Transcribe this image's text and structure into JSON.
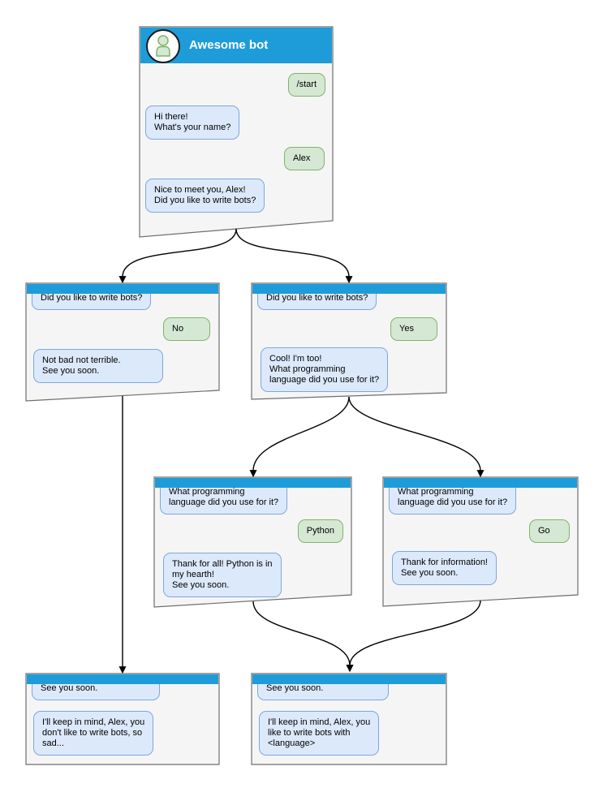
{
  "colors": {
    "header_blue": "#1e9cd9",
    "window_fill": "#f5f5f5",
    "window_border": "#6e6e6e",
    "bot_bubble_fill": "#dce9fb",
    "bot_bubble_border": "#7da7dc",
    "user_bubble_fill": "#d5e8d4",
    "user_bubble_border": "#82b366",
    "connector": "#000000"
  },
  "windows": {
    "main": {
      "title": "Awesome bot",
      "avatar_icon": "person-icon",
      "messages": [
        {
          "from": "user",
          "text": "/start"
        },
        {
          "from": "bot",
          "text": "Hi there!\nWhat's your name?"
        },
        {
          "from": "user",
          "text": "Alex"
        },
        {
          "from": "bot",
          "text": "Nice to meet you, Alex!\nDid you like to write bots?"
        }
      ]
    },
    "branch_no": {
      "messages": [
        {
          "from": "bot",
          "text": "Did you like to write bots?"
        },
        {
          "from": "user",
          "text": "No"
        },
        {
          "from": "bot",
          "text": "Not bad not terrible.\nSee you soon."
        }
      ]
    },
    "branch_yes": {
      "messages": [
        {
          "from": "bot",
          "text": "Did you like to write bots?"
        },
        {
          "from": "user",
          "text": "Yes"
        },
        {
          "from": "bot",
          "text": "Cool! I'm too!\nWhat programming\nlanguage did you use for it?"
        }
      ]
    },
    "branch_python": {
      "messages": [
        {
          "from": "bot",
          "text": "What programming\nlanguage did you use for it?"
        },
        {
          "from": "user",
          "text": "Python"
        },
        {
          "from": "bot",
          "text": "Thank for all! Python is in\nmy hearth!\nSee you soon."
        }
      ]
    },
    "branch_go": {
      "messages": [
        {
          "from": "bot",
          "text": "What programming\nlanguage did you use for it?"
        },
        {
          "from": "user",
          "text": "Go"
        },
        {
          "from": "bot",
          "text": "Thank for information!\nSee you soon."
        }
      ]
    },
    "end_no": {
      "messages": [
        {
          "from": "bot",
          "text": "See you soon."
        },
        {
          "from": "bot",
          "text": "I'll keep in mind, Alex, you\ndon't like to write bots, so\nsad..."
        }
      ]
    },
    "end_yes": {
      "messages": [
        {
          "from": "bot",
          "text": "See you soon."
        },
        {
          "from": "bot",
          "text": "I'll keep in mind, Alex, you\nlike to write bots with\n<language>"
        }
      ]
    }
  }
}
